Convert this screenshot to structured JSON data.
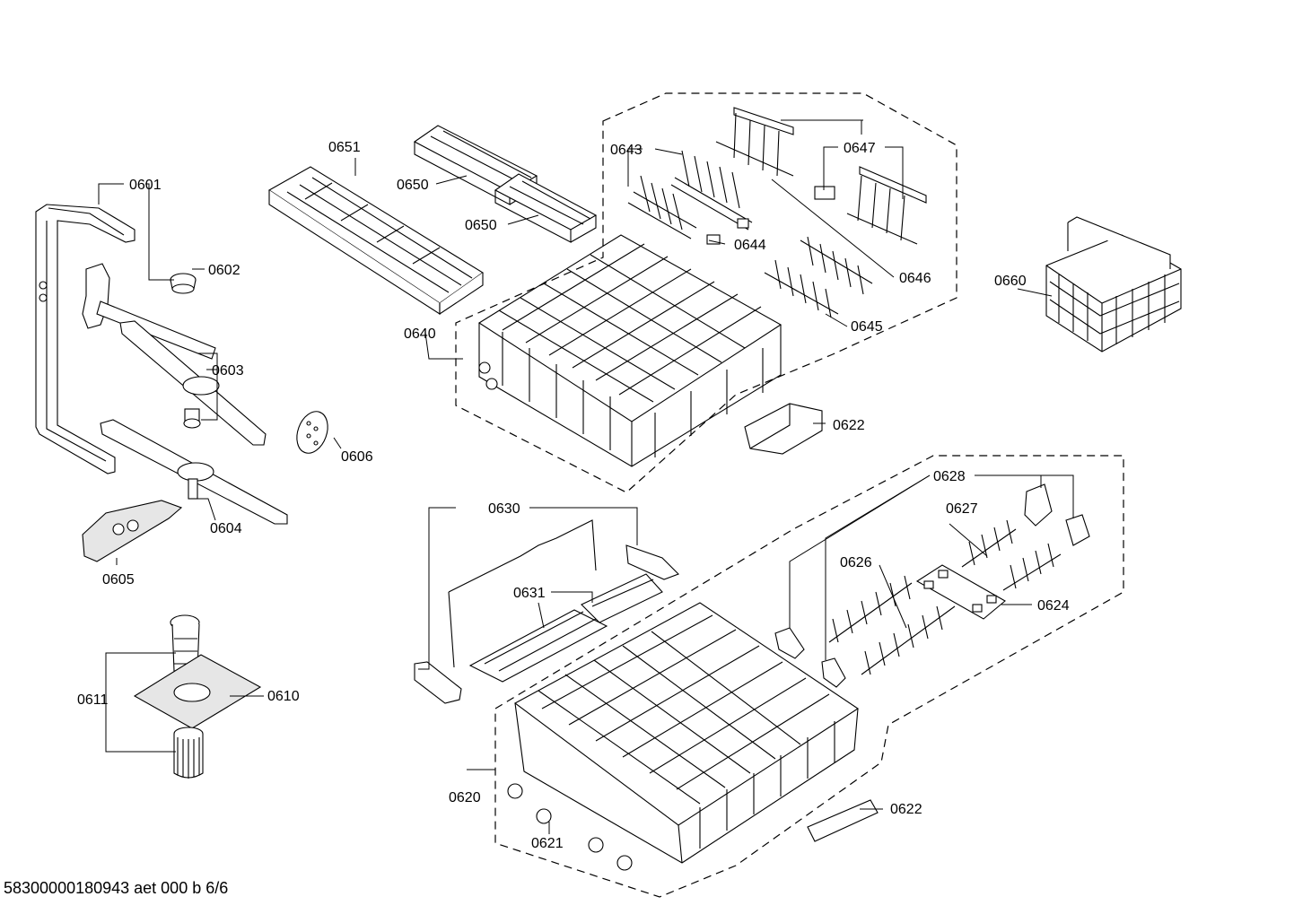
{
  "callouts": {
    "c0601": "0601",
    "c0602": "0602",
    "c0603": "0603",
    "c0604": "0604",
    "c0605": "0605",
    "c0606": "0606",
    "c0610": "0610",
    "c0611": "0611",
    "c0620": "0620",
    "c0621": "0621",
    "c0622a": "0622",
    "c0622b": "0622",
    "c0624": "0624",
    "c0626": "0626",
    "c0627": "0627",
    "c0628": "0628",
    "c0630": "0630",
    "c0631": "0631",
    "c0640": "0640",
    "c0643": "0643",
    "c0644": "0644",
    "c0645": "0645",
    "c0646": "0646",
    "c0647": "0647",
    "c0650a": "0650",
    "c0650b": "0650",
    "c0651": "0651",
    "c0660": "0660"
  },
  "footer": {
    "code": "58300000180943 aet 000 b 6/6"
  }
}
